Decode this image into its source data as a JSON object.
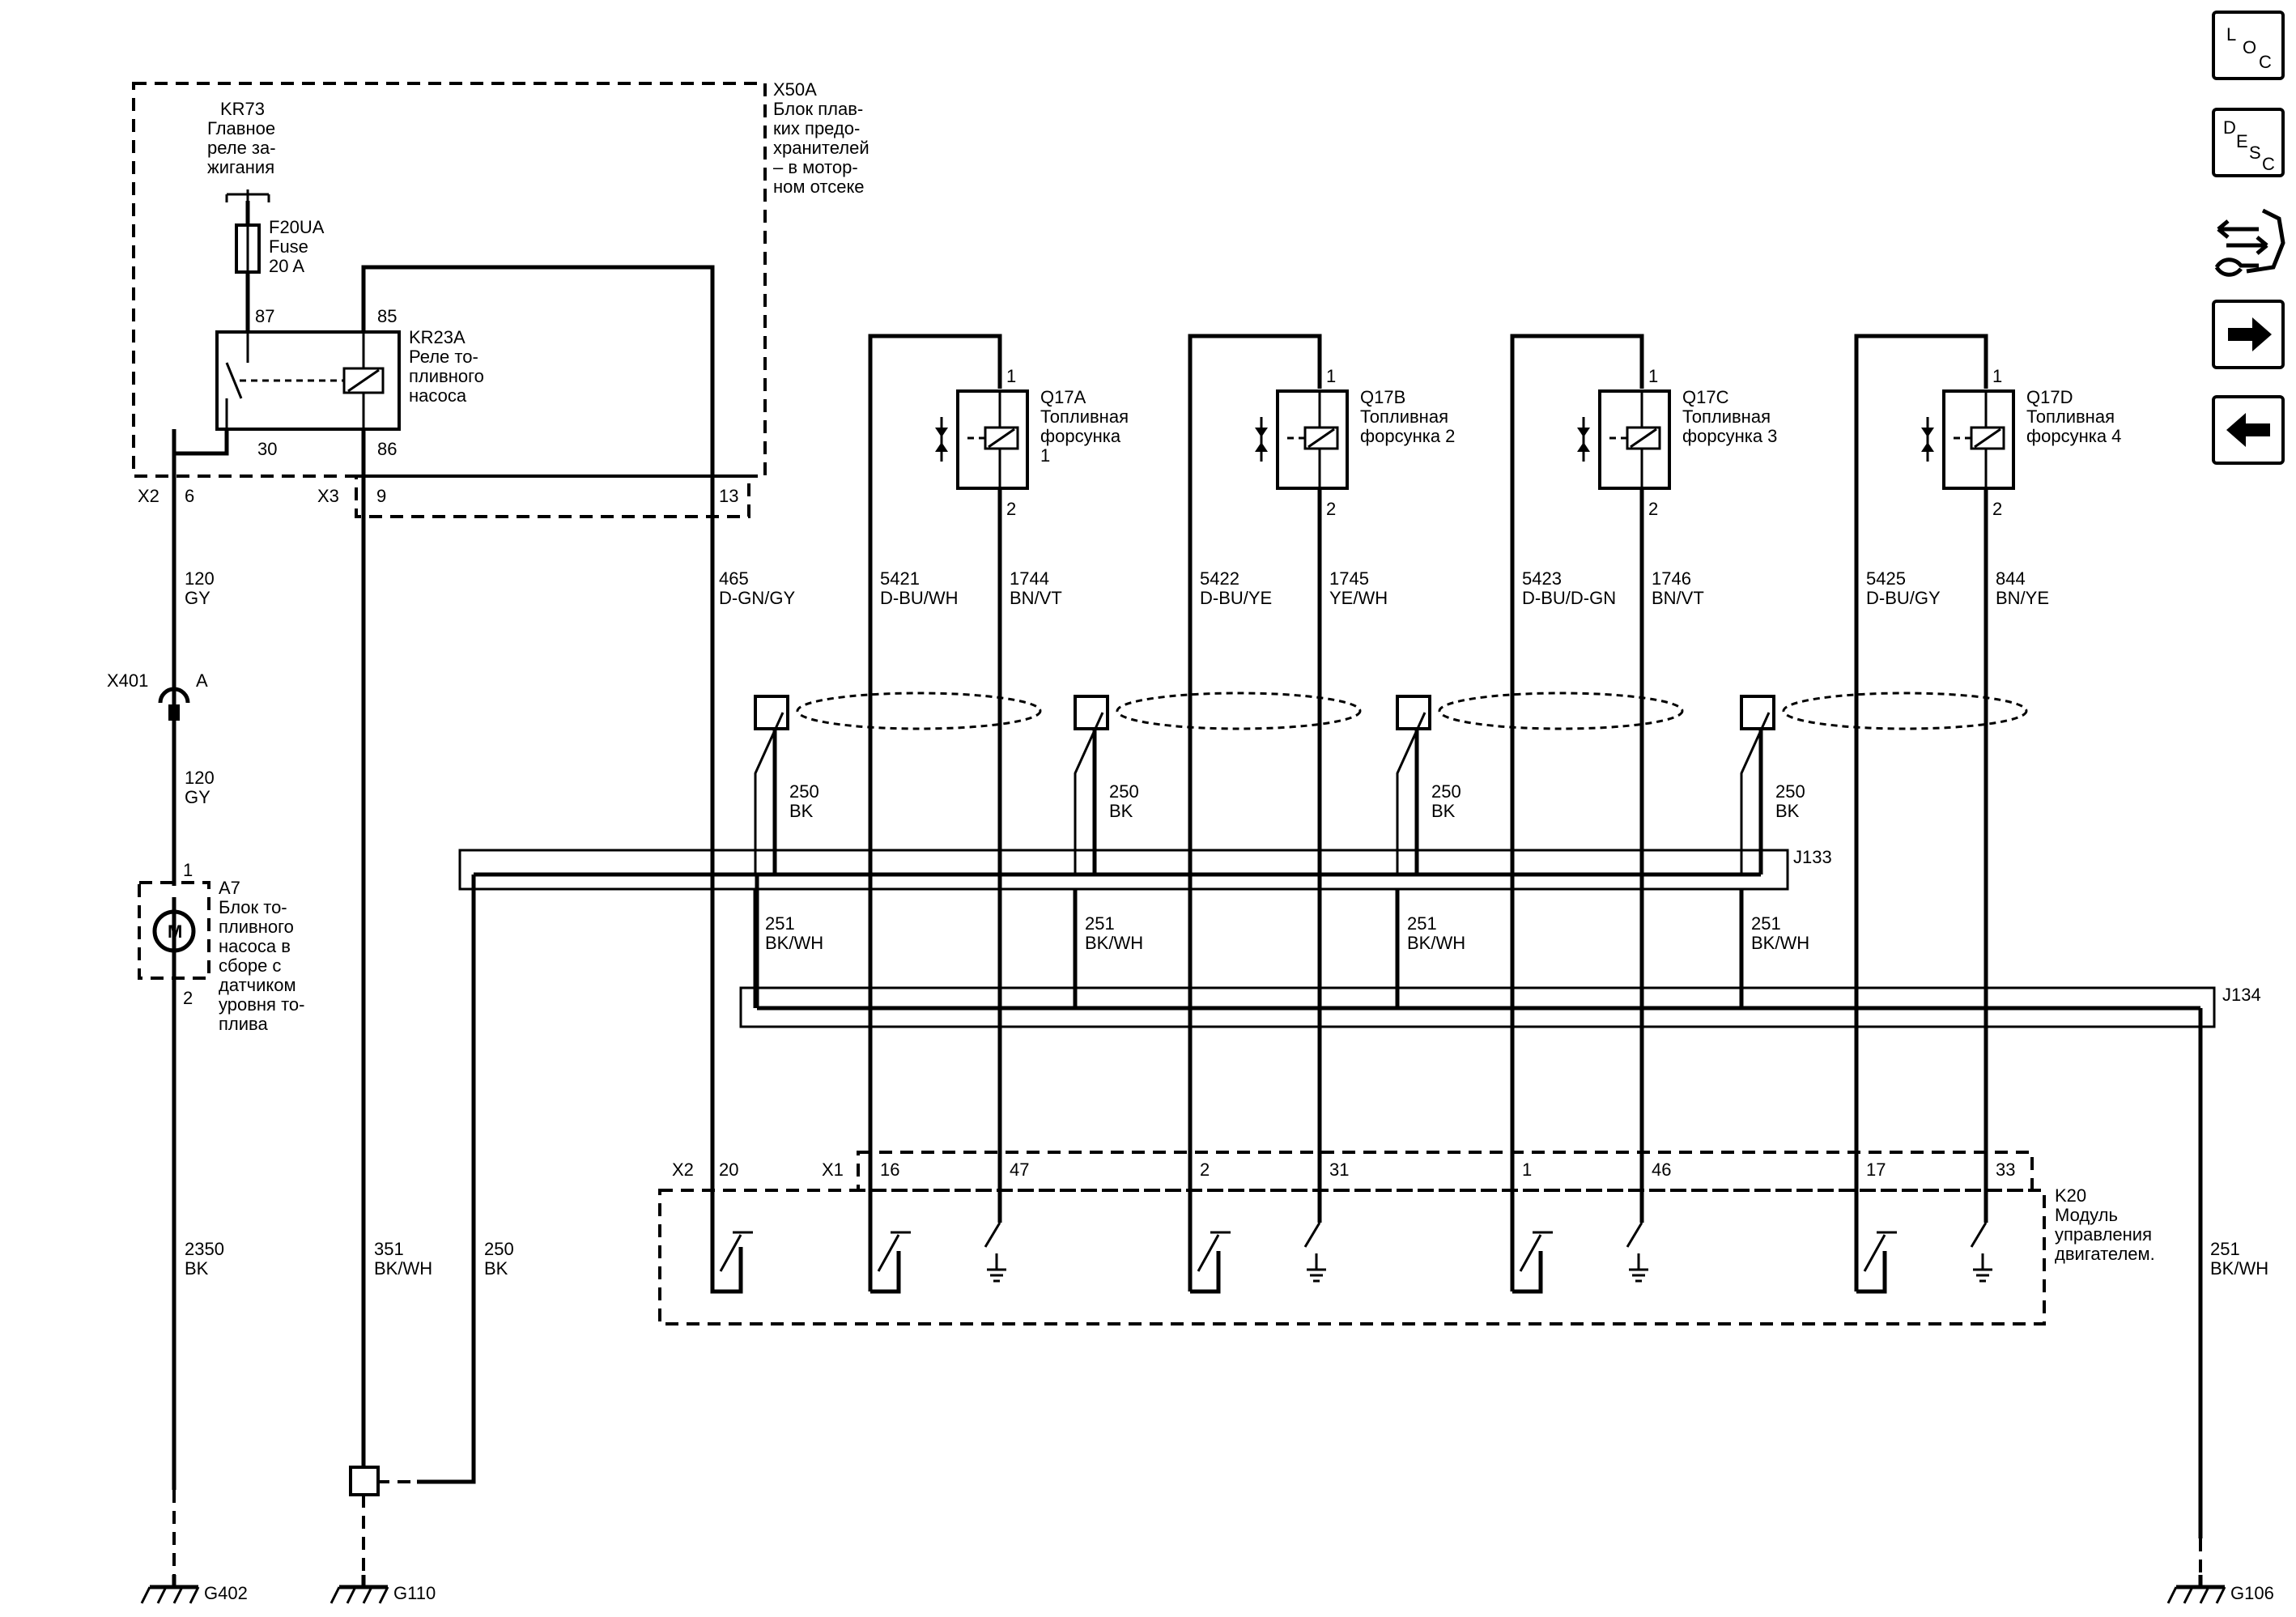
{
  "nav": {
    "loc": {
      "a": "L",
      "b": "O",
      "c": "C"
    },
    "desc": {
      "a": "D",
      "b": "E",
      "c": "S",
      "d": "C"
    }
  },
  "fuse_block": {
    "id": "X50A",
    "name_lines": [
      "Блок плав-",
      "ких предо-",
      "хранителей",
      "– в мотор-",
      "ном отсеке"
    ]
  },
  "main_relay": {
    "id": "KR73",
    "name_lines": [
      "Главное",
      "реле за-",
      "жигания"
    ]
  },
  "fuse": {
    "id": "F20UA",
    "type": "Fuse",
    "rating": "20 A"
  },
  "pump_relay": {
    "id": "KR23A",
    "name_lines": [
      "Реле то-",
      "пливного",
      "насоса"
    ],
    "pin87": "87",
    "pin85": "85",
    "pin30": "30",
    "pin86": "86"
  },
  "connectors": {
    "x2_top": "X2",
    "x2_top_pin": "6",
    "x3": "X3",
    "x3_pin": "9",
    "x3_pin13": "13",
    "x401": "X401",
    "x401_pin": "A",
    "k20_x2": "X2",
    "k20_x2_pin": "20",
    "k20_x1": "X1"
  },
  "wires": {
    "w120a": {
      "num": "120",
      "color": "GY"
    },
    "w120b": {
      "num": "120",
      "color": "GY"
    },
    "w465": {
      "num": "465",
      "color": "D-GN/GY"
    },
    "w2350": {
      "num": "2350",
      "color": "BK"
    },
    "w351": {
      "num": "351",
      "color": "BK/WH"
    },
    "w250_left": {
      "num": "250",
      "color": "BK"
    },
    "w251_right": {
      "num": "251",
      "color": "BK/WH"
    }
  },
  "pump": {
    "id": "A7",
    "motor": "M",
    "pin1": "1",
    "pin2": "2",
    "name_lines": [
      "Блок то-",
      "пливного",
      "насоса в",
      "сборе с",
      "датчиком",
      "уровня то-",
      "плива"
    ]
  },
  "injectors": [
    {
      "id": "Q17A",
      "name_lines": [
        "Топливная",
        "форсунка",
        "1"
      ],
      "pin1": "1",
      "pin2": "2",
      "w_ctrl": {
        "num": "5421",
        "color": "D-BU/WH"
      },
      "w_sig": {
        "num": "1744",
        "color": "BN/VT"
      },
      "w_shield": {
        "num": "250",
        "color": "BK"
      },
      "w_drain": {
        "num": "251",
        "color": "BK/WH"
      },
      "k20_pin_a": "16",
      "k20_pin_b": "47"
    },
    {
      "id": "Q17B",
      "name_lines": [
        "Топливная",
        "форсунка 2"
      ],
      "pin1": "1",
      "pin2": "2",
      "w_ctrl": {
        "num": "5422",
        "color": "D-BU/YE"
      },
      "w_sig": {
        "num": "1745",
        "color": "YE/WH"
      },
      "w_shield": {
        "num": "250",
        "color": "BK"
      },
      "w_drain": {
        "num": "251",
        "color": "BK/WH"
      },
      "k20_pin_a": "2",
      "k20_pin_b": "31"
    },
    {
      "id": "Q17C",
      "name_lines": [
        "Топливная",
        "форсунка 3"
      ],
      "pin1": "1",
      "pin2": "2",
      "w_ctrl": {
        "num": "5423",
        "color": "D-BU/D-GN"
      },
      "w_sig": {
        "num": "1746",
        "color": "BN/VT"
      },
      "w_shield": {
        "num": "250",
        "color": "BK"
      },
      "w_drain": {
        "num": "251",
        "color": "BK/WH"
      },
      "k20_pin_a": "1",
      "k20_pin_b": "46"
    },
    {
      "id": "Q17D",
      "name_lines": [
        "Топливная",
        "форсунка 4"
      ],
      "pin1": "1",
      "pin2": "2",
      "w_ctrl": {
        "num": "5425",
        "color": "D-BU/GY"
      },
      "w_sig": {
        "num": "844",
        "color": "BN/YE"
      },
      "w_shield": {
        "num": "250",
        "color": "BK"
      },
      "w_drain": {
        "num": "251",
        "color": "BK/WH"
      },
      "k20_pin_a": "17",
      "k20_pin_b": "33"
    }
  ],
  "splices": {
    "j133": "J133",
    "j134": "J134"
  },
  "ecm": {
    "id": "K20",
    "name_lines": [
      "Модуль",
      "управления",
      "двигателем."
    ]
  },
  "grounds": {
    "g402": "G402",
    "g110": "G110",
    "g106": "G106"
  }
}
